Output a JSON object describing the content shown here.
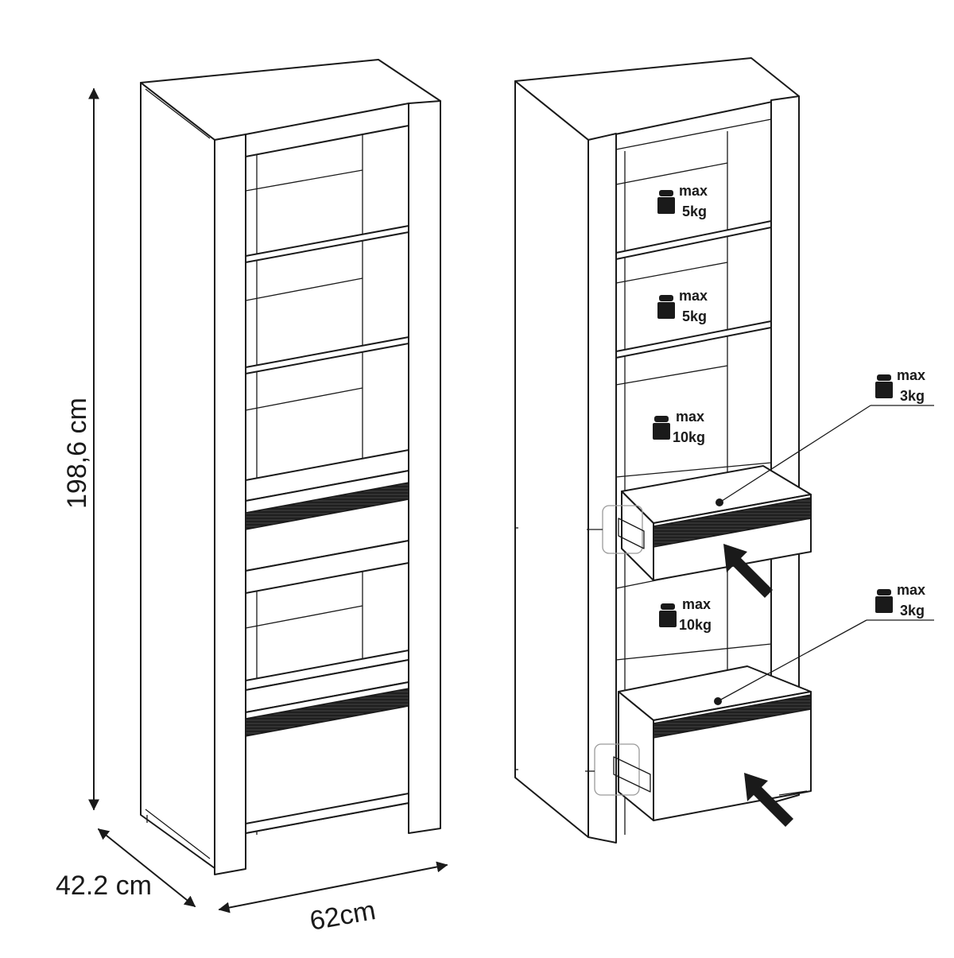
{
  "dimensions": {
    "height": "198,6 cm",
    "depth": "42.2 cm",
    "width": "62cm"
  },
  "load_limits": [
    {
      "id": "shelf-1",
      "line1": "max",
      "line2": "5kg"
    },
    {
      "id": "shelf-2",
      "line1": "max",
      "line2": "5kg"
    },
    {
      "id": "shelf-3",
      "line1": "max",
      "line2": "10kg"
    },
    {
      "id": "drawer-1",
      "line1": "max",
      "line2": "3kg"
    },
    {
      "id": "shelf-4",
      "line1": "max",
      "line2": "10kg"
    },
    {
      "id": "drawer-2",
      "line1": "max",
      "line2": "3kg"
    }
  ],
  "icons": {
    "weight": "weight-icon",
    "push": "push-arrow-icon"
  },
  "colors": {
    "line": "#1a1a1a",
    "accent_strip": "#2b2b2b",
    "background": "#ffffff"
  }
}
